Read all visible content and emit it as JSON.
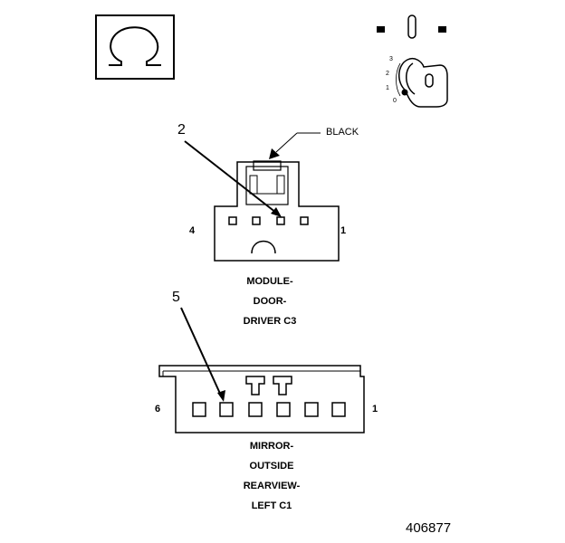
{
  "ignition_key": {
    "positions": [
      "3",
      "2",
      "1",
      "0"
    ]
  },
  "connector_c3": {
    "callout_number": "2",
    "color_label": "BLACK",
    "pin_left": "4",
    "pin_right": "1",
    "caption_lines": [
      "MODULE-",
      "DOOR-",
      "DRIVER C3"
    ]
  },
  "connector_c1": {
    "callout_number": "5",
    "pin_left": "6",
    "pin_right": "1",
    "caption_lines": [
      "MIRROR-",
      "OUTSIDE",
      "REARVIEW-",
      "LEFT C1"
    ]
  },
  "figure_id": "406877"
}
